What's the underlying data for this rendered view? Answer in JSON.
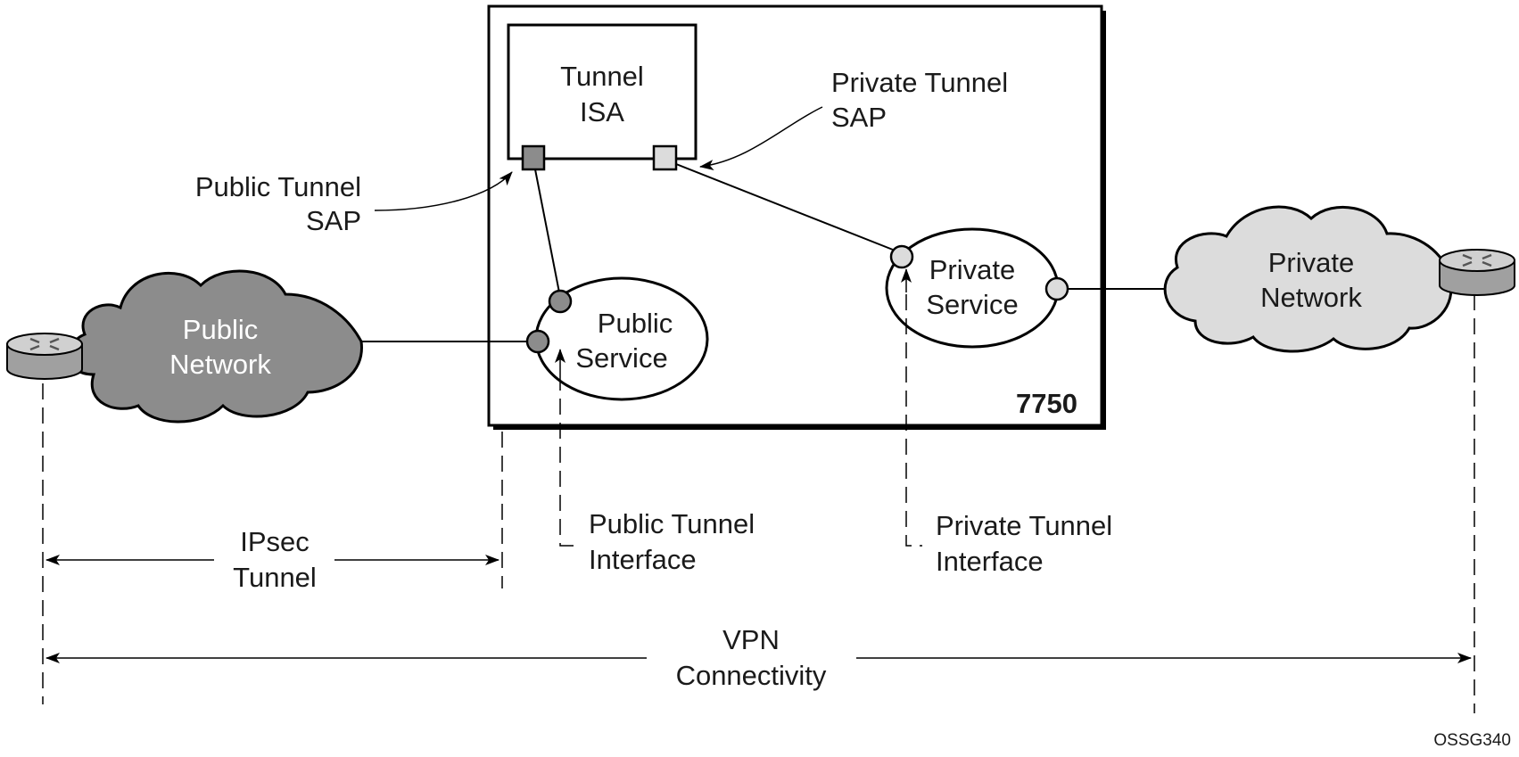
{
  "diagram": {
    "tunnel_isa": {
      "line1": "Tunnel",
      "line2": "ISA"
    },
    "private_tunnel_sap": {
      "line1": "Private Tunnel",
      "line2": "SAP"
    },
    "public_tunnel_sap": {
      "line1": "Public Tunnel",
      "line2": "SAP"
    },
    "public_network": {
      "line1": "Public",
      "line2": "Network"
    },
    "private_network": {
      "line1": "Private",
      "line2": "Network"
    },
    "public_service": {
      "line1": "Public",
      "line2": "Service"
    },
    "private_service": {
      "line1": "Private",
      "line2": "Service"
    },
    "router_model": "7750",
    "public_tunnel_interface": {
      "line1": "Public Tunnel",
      "line2": "Interface"
    },
    "private_tunnel_interface": {
      "line1": "Private Tunnel",
      "line2": "Interface"
    },
    "ipsec_tunnel": {
      "line1": "IPsec",
      "line2": "Tunnel"
    },
    "vpn_connectivity": {
      "line1": "VPN",
      "line2": "Connectivity"
    },
    "figure_id": "OSSG340"
  },
  "colors": {
    "public_cloud": "#8c8c8c",
    "private_cloud": "#dcdcdc",
    "public_sap_fill": "#8c8c8c",
    "private_sap_fill": "#dcdcdc",
    "router_fill": "#c8c8c8",
    "stroke": "#000000"
  },
  "icons": [
    "router-icon",
    "cloud-icon",
    "arrow-icon"
  ]
}
